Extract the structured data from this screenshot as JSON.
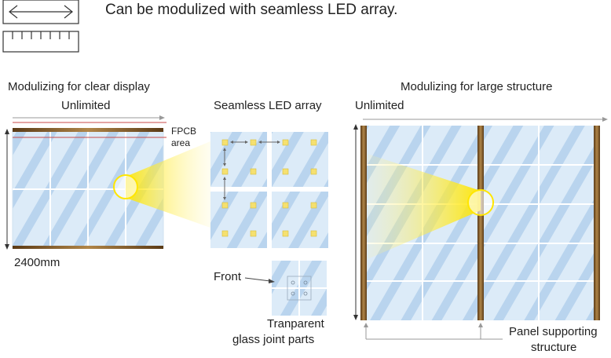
{
  "header": {
    "caption": "Can be modulized with seamless LED array."
  },
  "left": {
    "title": "Modulizing for clear display",
    "width_label": "Unlimited",
    "fpcb_label_1": "FPCB",
    "fpcb_label_2": "area",
    "height_label": "2400mm"
  },
  "middle": {
    "title": "Seamless LED array",
    "front_label": "Front",
    "joint_label_1": "Tranparent",
    "joint_label_2": "glass joint parts"
  },
  "right": {
    "title": "Modulizing for large structure",
    "width_label": "Unlimited",
    "support_label_1": "Panel supporting",
    "support_label_2": "structure"
  },
  "colors": {
    "glass": "#d6e8f7",
    "glass_stripe": "#bcd6ee",
    "fpcb": "#7a5528",
    "highlight": "#ffe600",
    "led": "#f5e070"
  }
}
